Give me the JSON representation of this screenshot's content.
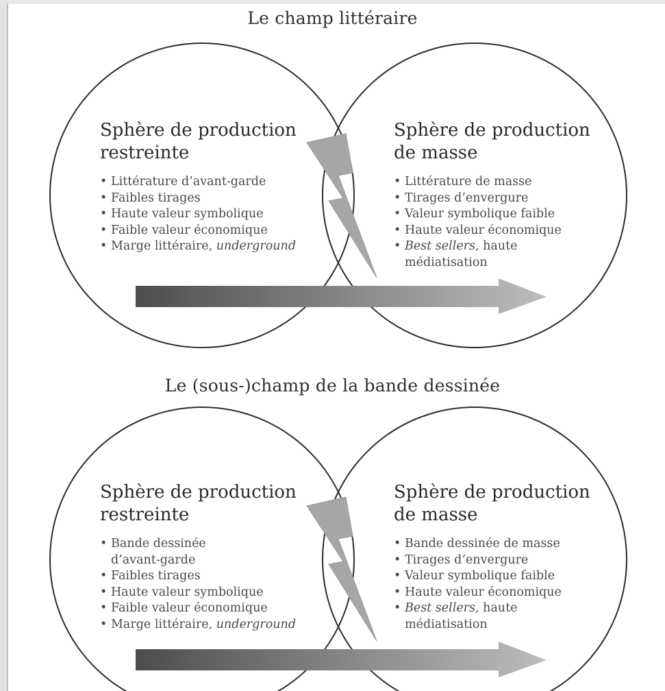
{
  "panels": [
    {
      "title": "Le champ littéraire",
      "left": {
        "title": "Sphère de production\nrestreinte",
        "items": [
          {
            "text": "Littérature d’avant-garde",
            "italic": ""
          },
          {
            "text": "Faibles tirages",
            "italic": ""
          },
          {
            "text": "Haute valeur symbolique",
            "italic": ""
          },
          {
            "text": "Faible valeur économique",
            "italic": ""
          },
          {
            "text": "Marge littéraire, ",
            "italic": "underground"
          }
        ]
      },
      "right": {
        "title": "Sphère de production\nde masse",
        "items": [
          {
            "text": "Littérature de masse",
            "italic": ""
          },
          {
            "text": "Tirages d’envergure",
            "italic": ""
          },
          {
            "text": "Valeur symbolique faible",
            "italic": ""
          },
          {
            "text": "Haute valeur économique",
            "italic": ""
          },
          {
            "italic_first": "Best sellers",
            "text": ", haute médiatisation"
          }
        ]
      }
    },
    {
      "title": "Le (sous-)champ de la bande dessinée",
      "left": {
        "title": "Sphère de production\nrestreinte",
        "items": [
          {
            "text": "Bande dessinée d’avant-garde",
            "italic": ""
          },
          {
            "text": "Faibles tirages",
            "italic": ""
          },
          {
            "text": "Haute valeur symbolique",
            "italic": ""
          },
          {
            "text": "Faible valeur économique",
            "italic": ""
          },
          {
            "text": "Marge littéraire, ",
            "italic": "underground"
          }
        ]
      },
      "right": {
        "title": "Sphère de production\nde masse",
        "items": [
          {
            "text": "Bande dessinée de masse",
            "italic": ""
          },
          {
            "text": "Tirages d’envergure",
            "italic": ""
          },
          {
            "text": "Valeur symbolique faible",
            "italic": ""
          },
          {
            "text": "Haute valeur économique",
            "italic": ""
          },
          {
            "italic_first": "Best sellers",
            "text": ", haute médiatisation"
          }
        ]
      }
    }
  ],
  "colors": {
    "circle_stroke": "#2b2b2b",
    "arrow_dark": "#4d4d4d",
    "arrow_light": "#bdbdbd",
    "bolt": "#a6a6a6"
  }
}
